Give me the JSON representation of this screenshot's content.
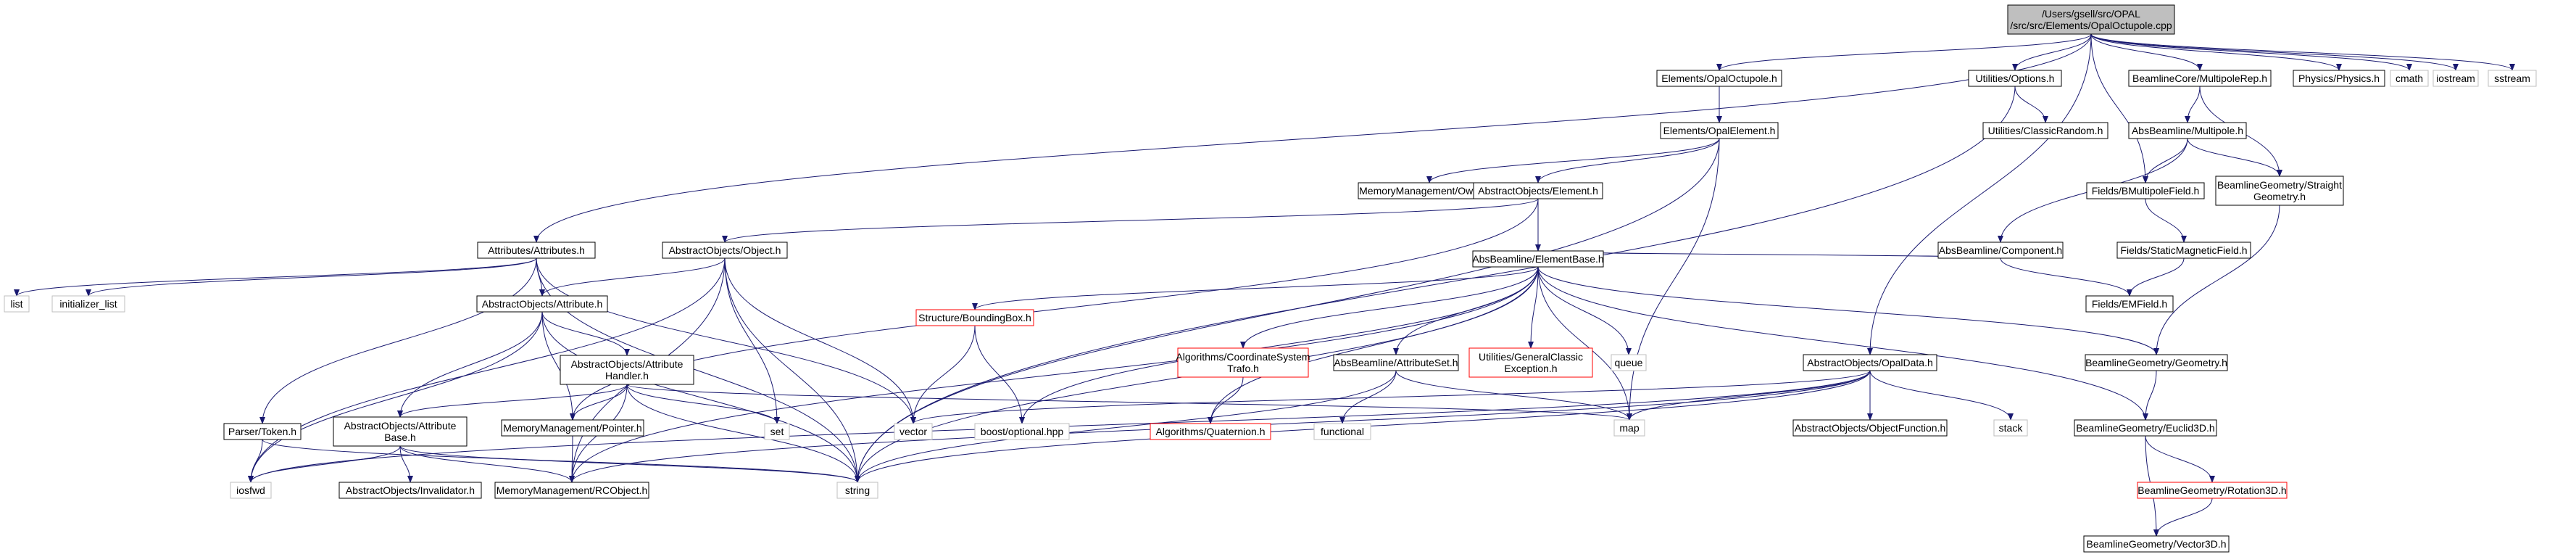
{
  "diagram": {
    "root": "opal-octupole-cpp",
    "colors": {
      "edge": "#191970",
      "box_border": "#000000",
      "root_fill": "#bfbfbf",
      "external_border": "#bfbfbf",
      "incomplete_border": "#ff0000",
      "background": "#ffffff"
    },
    "nodes": [
      {
        "id": "opal-octupole-cpp",
        "lines": [
          "/Users/gsell/src/OPAL",
          "/src/src/Elements/OpalOctupole.cpp"
        ],
        "kind": "root"
      },
      {
        "id": "elements-opal-octupole-h",
        "lines": [
          "Elements/OpalOctupole.h"
        ],
        "kind": "normal"
      },
      {
        "id": "utilities-options-h",
        "lines": [
          "Utilities/Options.h"
        ],
        "kind": "normal"
      },
      {
        "id": "beamlinecore-multipolerep-h",
        "lines": [
          "BeamlineCore/MultipoleRep.h"
        ],
        "kind": "normal"
      },
      {
        "id": "physics-physics-h",
        "lines": [
          "Physics/Physics.h"
        ],
        "kind": "normal"
      },
      {
        "id": "cmath",
        "lines": [
          "cmath"
        ],
        "kind": "external"
      },
      {
        "id": "iostream",
        "lines": [
          "iostream"
        ],
        "kind": "external"
      },
      {
        "id": "sstream",
        "lines": [
          "sstream"
        ],
        "kind": "external"
      },
      {
        "id": "elements-opal-element-h",
        "lines": [
          "Elements/OpalElement.h"
        ],
        "kind": "normal"
      },
      {
        "id": "utilities-classic-random-h",
        "lines": [
          "Utilities/ClassicRandom.h"
        ],
        "kind": "normal"
      },
      {
        "id": "absbeamline-multipole-h",
        "lines": [
          "AbsBeamline/Multipole.h"
        ],
        "kind": "normal"
      },
      {
        "id": "memorymanagement-ownptr-h",
        "lines": [
          "MemoryManagement/OwnPtr.h"
        ],
        "kind": "normal"
      },
      {
        "id": "abstractobjects-element-h",
        "lines": [
          "AbstractObjects/Element.h"
        ],
        "kind": "normal"
      },
      {
        "id": "fields-bmultipolefield-h",
        "lines": [
          "Fields/BMultipoleField.h"
        ],
        "kind": "normal"
      },
      {
        "id": "beamlinegeometry-straight-geometry-h",
        "lines": [
          "BeamlineGeometry/Straight",
          "Geometry.h"
        ],
        "kind": "normal"
      },
      {
        "id": "attributes-attributes-h",
        "lines": [
          "Attributes/Attributes.h"
        ],
        "kind": "normal"
      },
      {
        "id": "abstractobjects-object-h",
        "lines": [
          "AbstractObjects/Object.h"
        ],
        "kind": "normal"
      },
      {
        "id": "absbeamline-component-h",
        "lines": [
          "AbsBeamline/Component.h"
        ],
        "kind": "normal"
      },
      {
        "id": "fields-staticmagneticfield-h",
        "lines": [
          "Fields/StaticMagneticField.h"
        ],
        "kind": "normal"
      },
      {
        "id": "list",
        "lines": [
          "list"
        ],
        "kind": "external"
      },
      {
        "id": "initializer-list",
        "lines": [
          "initializer_list"
        ],
        "kind": "external"
      },
      {
        "id": "abstractobjects-attribute-h",
        "lines": [
          "AbstractObjects/Attribute.h"
        ],
        "kind": "normal"
      },
      {
        "id": "absbeamline-elementbase-h",
        "lines": [
          "AbsBeamline/ElementBase.h"
        ],
        "kind": "normal"
      },
      {
        "id": "fields-emfield-h",
        "lines": [
          "Fields/EMField.h"
        ],
        "kind": "normal"
      },
      {
        "id": "structure-boundingbox-h",
        "lines": [
          "Structure/BoundingBox.h"
        ],
        "kind": "incomplete"
      },
      {
        "id": "algorithms-coordinatesystem-trafo-h",
        "lines": [
          "Algorithms/CoordinateSystem",
          "Trafo.h"
        ],
        "kind": "incomplete"
      },
      {
        "id": "absbeamline-attributeset-h",
        "lines": [
          "AbsBeamline/AttributeSet.h"
        ],
        "kind": "normal"
      },
      {
        "id": "utilities-generalclassic-exception-h",
        "lines": [
          "Utilities/GeneralClassic",
          "Exception.h"
        ],
        "kind": "incomplete"
      },
      {
        "id": "queue",
        "lines": [
          "queue"
        ],
        "kind": "external"
      },
      {
        "id": "abstractobjects-opaldata-h",
        "lines": [
          "AbstractObjects/OpalData.h"
        ],
        "kind": "normal"
      },
      {
        "id": "beamlinegeometry-geometry-h",
        "lines": [
          "BeamlineGeometry/Geometry.h"
        ],
        "kind": "normal"
      },
      {
        "id": "abstractobjects-attribute-handler-h",
        "lines": [
          "AbstractObjects/Attribute",
          "Handler.h"
        ],
        "kind": "normal"
      },
      {
        "id": "parser-token-h",
        "lines": [
          "Parser/Token.h"
        ],
        "kind": "normal"
      },
      {
        "id": "abstractobjects-attribute-base-h",
        "lines": [
          "AbstractObjects/Attribute",
          "Base.h"
        ],
        "kind": "normal"
      },
      {
        "id": "memorymanagement-pointer-h",
        "lines": [
          "MemoryManagement/Pointer.h"
        ],
        "kind": "normal"
      },
      {
        "id": "set",
        "lines": [
          "set"
        ],
        "kind": "external"
      },
      {
        "id": "vector",
        "lines": [
          "vector"
        ],
        "kind": "external"
      },
      {
        "id": "boost-optional-hpp",
        "lines": [
          "boost/optional.hpp"
        ],
        "kind": "external"
      },
      {
        "id": "algorithms-quaternion-h",
        "lines": [
          "Algorithms/Quaternion.h"
        ],
        "kind": "incomplete"
      },
      {
        "id": "functional",
        "lines": [
          "functional"
        ],
        "kind": "external"
      },
      {
        "id": "map",
        "lines": [
          "map"
        ],
        "kind": "external"
      },
      {
        "id": "abstractobjects-objectfunction-h",
        "lines": [
          "AbstractObjects/ObjectFunction.h"
        ],
        "kind": "normal"
      },
      {
        "id": "stack",
        "lines": [
          "stack"
        ],
        "kind": "external"
      },
      {
        "id": "beamlinegeometry-euclid3d-h",
        "lines": [
          "BeamlineGeometry/Euclid3D.h"
        ],
        "kind": "normal"
      },
      {
        "id": "iosfwd",
        "lines": [
          "iosfwd"
        ],
        "kind": "external"
      },
      {
        "id": "abstractobjects-invalidator-h",
        "lines": [
          "AbstractObjects/Invalidator.h"
        ],
        "kind": "normal"
      },
      {
        "id": "memorymanagement-rcobject-h",
        "lines": [
          "MemoryManagement/RCObject.h"
        ],
        "kind": "normal"
      },
      {
        "id": "string",
        "lines": [
          "string"
        ],
        "kind": "external"
      },
      {
        "id": "beamlinegeometry-rotation3d-h",
        "lines": [
          "BeamlineGeometry/Rotation3D.h"
        ],
        "kind": "incomplete"
      },
      {
        "id": "beamlinegeometry-vector3d-h",
        "lines": [
          "BeamlineGeometry/Vector3D.h"
        ],
        "kind": "normal"
      }
    ],
    "edges": [
      [
        "opal-octupole-cpp",
        "elements-opal-octupole-h"
      ],
      [
        "opal-octupole-cpp",
        "utilities-options-h"
      ],
      [
        "opal-octupole-cpp",
        "beamlinecore-multipolerep-h"
      ],
      [
        "opal-octupole-cpp",
        "physics-physics-h"
      ],
      [
        "opal-octupole-cpp",
        "cmath"
      ],
      [
        "opal-octupole-cpp",
        "iostream"
      ],
      [
        "opal-octupole-cpp",
        "sstream"
      ],
      [
        "opal-octupole-cpp",
        "attributes-attributes-h"
      ],
      [
        "opal-octupole-cpp",
        "abstractobjects-opaldata-h"
      ],
      [
        "opal-octupole-cpp",
        "fields-bmultipolefield-h"
      ],
      [
        "elements-opal-octupole-h",
        "elements-opal-element-h"
      ],
      [
        "utilities-options-h",
        "utilities-classic-random-h"
      ],
      [
        "utilities-options-h",
        "string"
      ],
      [
        "beamlinecore-multipolerep-h",
        "absbeamline-multipole-h"
      ],
      [
        "beamlinecore-multipolerep-h",
        "beamlinegeometry-straight-geometry-h"
      ],
      [
        "elements-opal-element-h",
        "memorymanagement-ownptr-h"
      ],
      [
        "elements-opal-element-h",
        "abstractobjects-element-h"
      ],
      [
        "elements-opal-element-h",
        "map"
      ],
      [
        "elements-opal-element-h",
        "string"
      ],
      [
        "absbeamline-multipole-h",
        "fields-bmultipolefield-h"
      ],
      [
        "absbeamline-multipole-h",
        "beamlinegeometry-straight-geometry-h"
      ],
      [
        "absbeamline-multipole-h",
        "absbeamline-component-h"
      ],
      [
        "abstractobjects-element-h",
        "abstractobjects-object-h"
      ],
      [
        "abstractobjects-element-h",
        "absbeamline-elementbase-h"
      ],
      [
        "abstractobjects-element-h",
        "memorymanagement-pointer-h"
      ],
      [
        "fields-bmultipolefield-h",
        "fields-staticmagneticfield-h"
      ],
      [
        "beamlinegeometry-straight-geometry-h",
        "beamlinegeometry-geometry-h"
      ],
      [
        "attributes-attributes-h",
        "list"
      ],
      [
        "attributes-attributes-h",
        "initializer-list"
      ],
      [
        "attributes-attributes-h",
        "abstractobjects-attribute-h"
      ],
      [
        "attributes-attributes-h",
        "parser-token-h"
      ],
      [
        "attributes-attributes-h",
        "vector"
      ],
      [
        "attributes-attributes-h",
        "string"
      ],
      [
        "abstractobjects-object-h",
        "abstractobjects-attribute-h"
      ],
      [
        "abstractobjects-object-h",
        "memorymanagement-rcobject-h"
      ],
      [
        "abstractobjects-object-h",
        "iosfwd"
      ],
      [
        "abstractobjects-object-h",
        "set"
      ],
      [
        "abstractobjects-object-h",
        "vector"
      ],
      [
        "abstractobjects-object-h",
        "string"
      ],
      [
        "absbeamline-component-h",
        "absbeamline-elementbase-h"
      ],
      [
        "absbeamline-component-h",
        "fields-emfield-h"
      ],
      [
        "fields-staticmagneticfield-h",
        "fields-emfield-h"
      ],
      [
        "abstractobjects-attribute-h",
        "abstractobjects-attribute-handler-h"
      ],
      [
        "abstractobjects-attribute-h",
        "abstractobjects-attribute-base-h"
      ],
      [
        "abstractobjects-attribute-h",
        "memorymanagement-pointer-h"
      ],
      [
        "abstractobjects-attribute-h",
        "iosfwd"
      ],
      [
        "abstractobjects-attribute-h",
        "string"
      ],
      [
        "absbeamline-elementbase-h",
        "structure-boundingbox-h"
      ],
      [
        "absbeamline-elementbase-h",
        "algorithms-coordinatesystem-trafo-h"
      ],
      [
        "absbeamline-elementbase-h",
        "absbeamline-attributeset-h"
      ],
      [
        "absbeamline-elementbase-h",
        "utilities-generalclassic-exception-h"
      ],
      [
        "absbeamline-elementbase-h",
        "queue"
      ],
      [
        "absbeamline-elementbase-h",
        "beamlinegeometry-geometry-h"
      ],
      [
        "absbeamline-elementbase-h",
        "beamlinegeometry-euclid3d-h"
      ],
      [
        "absbeamline-elementbase-h",
        "boost-optional-hpp"
      ],
      [
        "absbeamline-elementbase-h",
        "algorithms-quaternion-h"
      ],
      [
        "absbeamline-elementbase-h",
        "map"
      ],
      [
        "absbeamline-elementbase-h",
        "string"
      ],
      [
        "absbeamline-elementbase-h",
        "memorymanagement-rcobject-h"
      ],
      [
        "structure-boundingbox-h",
        "vector"
      ],
      [
        "structure-boundingbox-h",
        "boost-optional-hpp"
      ],
      [
        "algorithms-coordinatesystem-trafo-h",
        "algorithms-quaternion-h"
      ],
      [
        "absbeamline-attributeset-h",
        "functional"
      ],
      [
        "absbeamline-attributeset-h",
        "map"
      ],
      [
        "absbeamline-attributeset-h",
        "string"
      ],
      [
        "abstractobjects-opaldata-h",
        "abstractobjects-objectfunction-h"
      ],
      [
        "abstractobjects-opaldata-h",
        "stack"
      ],
      [
        "abstractobjects-opaldata-h",
        "map"
      ],
      [
        "abstractobjects-opaldata-h",
        "vector"
      ],
      [
        "abstractobjects-opaldata-h",
        "string"
      ],
      [
        "abstractobjects-opaldata-h",
        "iosfwd"
      ],
      [
        "abstractobjects-opaldata-h",
        "memorymanagement-rcobject-h"
      ],
      [
        "beamlinegeometry-geometry-h",
        "beamlinegeometry-euclid3d-h"
      ],
      [
        "beamlinegeometry-euclid3d-h",
        "beamlinegeometry-rotation3d-h"
      ],
      [
        "beamlinegeometry-euclid3d-h",
        "beamlinegeometry-vector3d-h"
      ],
      [
        "beamlinegeometry-rotation3d-h",
        "beamlinegeometry-vector3d-h"
      ],
      [
        "abstractobjects-attribute-handler-h",
        "abstractobjects-attribute-base-h"
      ],
      [
        "abstractobjects-attribute-handler-h",
        "memorymanagement-pointer-h"
      ],
      [
        "abstractobjects-attribute-handler-h",
        "memorymanagement-rcobject-h"
      ],
      [
        "abstractobjects-attribute-handler-h",
        "set"
      ],
      [
        "abstractobjects-attribute-handler-h",
        "map"
      ],
      [
        "abstractobjects-attribute-handler-h",
        "string"
      ],
      [
        "parser-token-h",
        "iosfwd"
      ],
      [
        "parser-token-h",
        "string"
      ],
      [
        "abstractobjects-attribute-base-h",
        "abstractobjects-invalidator-h"
      ],
      [
        "abstractobjects-attribute-base-h",
        "memorymanagement-rcobject-h"
      ],
      [
        "abstractobjects-attribute-base-h",
        "iosfwd"
      ],
      [
        "abstractobjects-attribute-base-h",
        "string"
      ],
      [
        "memorymanagement-pointer-h",
        "memorymanagement-rcobject-h"
      ]
    ]
  }
}
